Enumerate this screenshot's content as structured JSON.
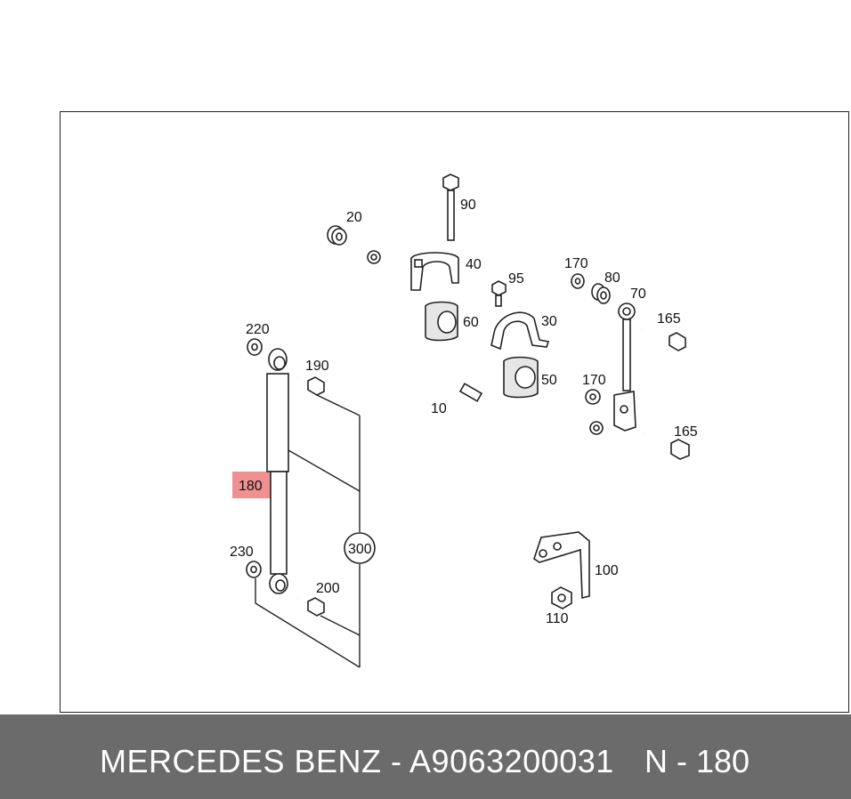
{
  "labels": {
    "p10": "10",
    "p20": "20",
    "p30": "30",
    "p40": "40",
    "p50": "50",
    "p60": "60",
    "p70": "70",
    "p80": "80",
    "p90": "90",
    "p95": "95",
    "p100": "100",
    "p110": "110",
    "p165a": "165",
    "p165b": "165",
    "p170a": "170",
    "p170b": "170",
    "p180": "180",
    "p190": "190",
    "p200": "200",
    "p220": "220",
    "p230": "230",
    "p300": "300"
  },
  "highlight_color": "#e85454",
  "footer": {
    "brand_part": "MERCEDES BENZ - A9063200031",
    "position": "N - 180"
  }
}
